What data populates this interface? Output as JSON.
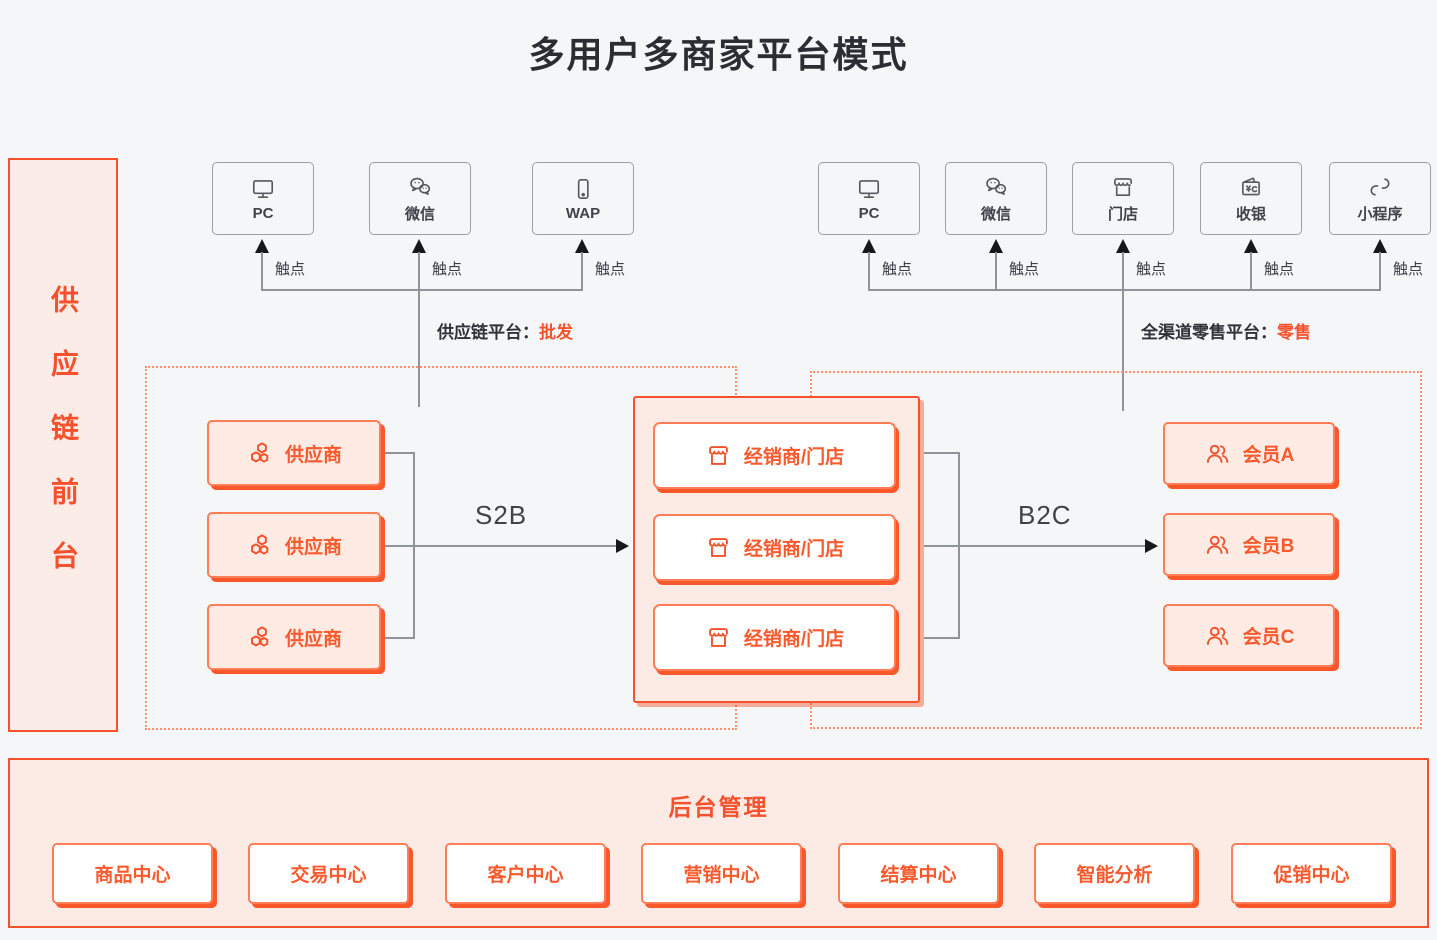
{
  "title": "多用户多商家平台模式",
  "sidebar": {
    "label": "供应链前台"
  },
  "touch_label": "触点",
  "left_group": {
    "touchpoints": [
      {
        "icon": "monitor-icon",
        "label": "PC"
      },
      {
        "icon": "wechat-icon",
        "label": "微信"
      },
      {
        "icon": "phone-icon",
        "label": "WAP"
      }
    ],
    "platform_label": "供应链平台：",
    "platform_value": "批发"
  },
  "right_group": {
    "touchpoints": [
      {
        "icon": "monitor-icon",
        "label": "PC"
      },
      {
        "icon": "wechat-icon",
        "label": "微信"
      },
      {
        "icon": "store-icon",
        "label": "门店"
      },
      {
        "icon": "cashier-icon",
        "label": "收银"
      },
      {
        "icon": "miniprogram-icon",
        "label": "小程序"
      }
    ],
    "platform_label": "全渠道零售平台：",
    "platform_value": "零售"
  },
  "suppliers": [
    "供应商",
    "供应商",
    "供应商"
  ],
  "dealers": [
    "经销商/门店",
    "经销商/门店",
    "经销商/门店"
  ],
  "members": [
    "会员A",
    "会员B",
    "会员C"
  ],
  "arrows": {
    "s2b": "S2B",
    "b2c": "B2C"
  },
  "backend": {
    "title": "后台管理",
    "modules": [
      "商品中心",
      "交易中心",
      "客户中心",
      "营销中心",
      "结算中心",
      "智能分析",
      "促销中心"
    ]
  },
  "colors": {
    "accent": "#f4512c",
    "node_border": "#ff7e57",
    "node_shadow": "#fa572b",
    "panel_fill": "#fcebe5",
    "line_gray": "#8f949b",
    "title_text": "#2b2d33"
  }
}
